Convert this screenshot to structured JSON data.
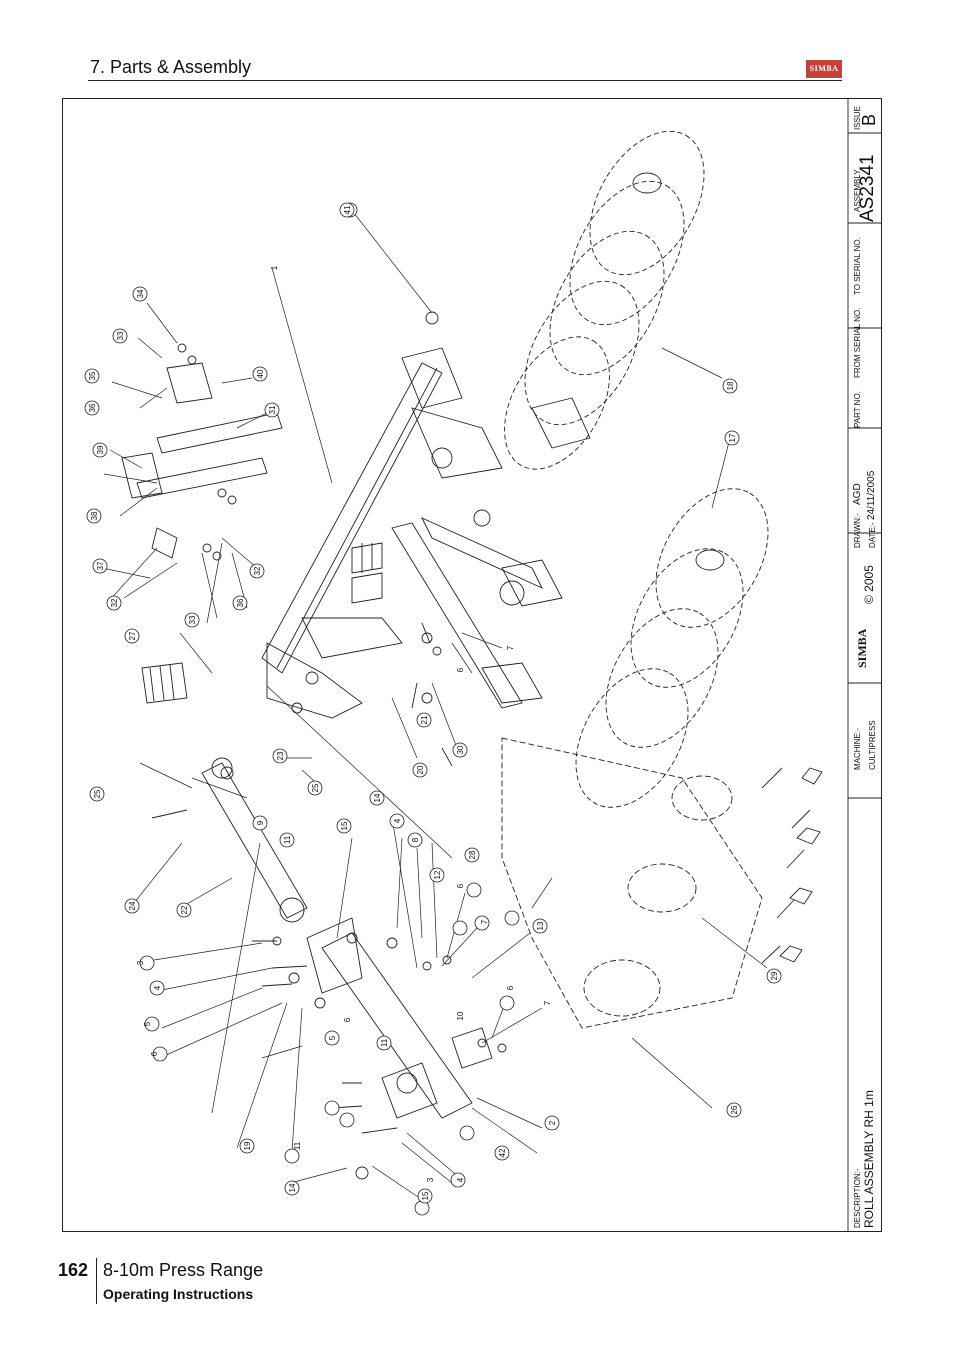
{
  "header": {
    "section_title": "7. Parts & Assembly",
    "logo_text": "SIMBA"
  },
  "title_block": {
    "description_label": "DESCRIPTION:-",
    "description_value": "ROLL ASSEMBLY RH 1m",
    "machine_label": "MACHINE:-",
    "machine_value": "CULTIPRESS",
    "brand": "SIMBA",
    "copyright": "© 2005",
    "drawn_label": "DRAWN:-",
    "drawn_value": "AGD",
    "date_label": "DATE:-",
    "date_value": "24/11/2005",
    "part_no_label": "PART NO.",
    "from_serial_label": "FROM SERIAL NO.",
    "to_serial_label": "TO SERIAL NO.",
    "assembly_label": "ASSEMBLY",
    "assembly_value": "AS2341",
    "issue_label": "ISSUE",
    "issue_value": "B"
  },
  "callouts": [
    "1",
    "2",
    "3",
    "3",
    "4",
    "4",
    "4",
    "5",
    "5",
    "6",
    "6",
    "6",
    "6",
    "6",
    "7",
    "7",
    "7",
    "8",
    "9",
    "10",
    "11",
    "11",
    "11",
    "12",
    "13",
    "14",
    "14",
    "15",
    "15",
    "17",
    "18",
    "19",
    "20",
    "21",
    "22",
    "23",
    "24",
    "25",
    "25",
    "26",
    "27",
    "28",
    "29",
    "30",
    "31",
    "32",
    "32",
    "33",
    "33",
    "34",
    "35",
    "36",
    "36",
    "37",
    "38",
    "39",
    "40",
    "41",
    "42"
  ],
  "footer": {
    "page_number": "162",
    "range": "8-10m Press Range",
    "subtitle": "Operating Instructions"
  }
}
